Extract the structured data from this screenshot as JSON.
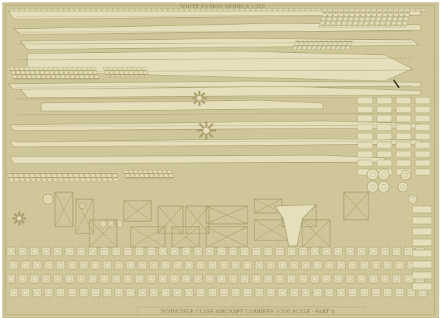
{
  "sheet": {
    "maker_text": "WHITE ENSIGN MODELS",
    "ref_text": "1/350",
    "caption_text": "INVINCIBLE CLASS AIRCRAFT CARRIERS 1:350 SCALE - PART A"
  },
  "colors": {
    "brass": "#cfc699",
    "brass_dark": "#a99f6d",
    "brass_light": "#e6dfbc",
    "page": "#ffffff"
  }
}
